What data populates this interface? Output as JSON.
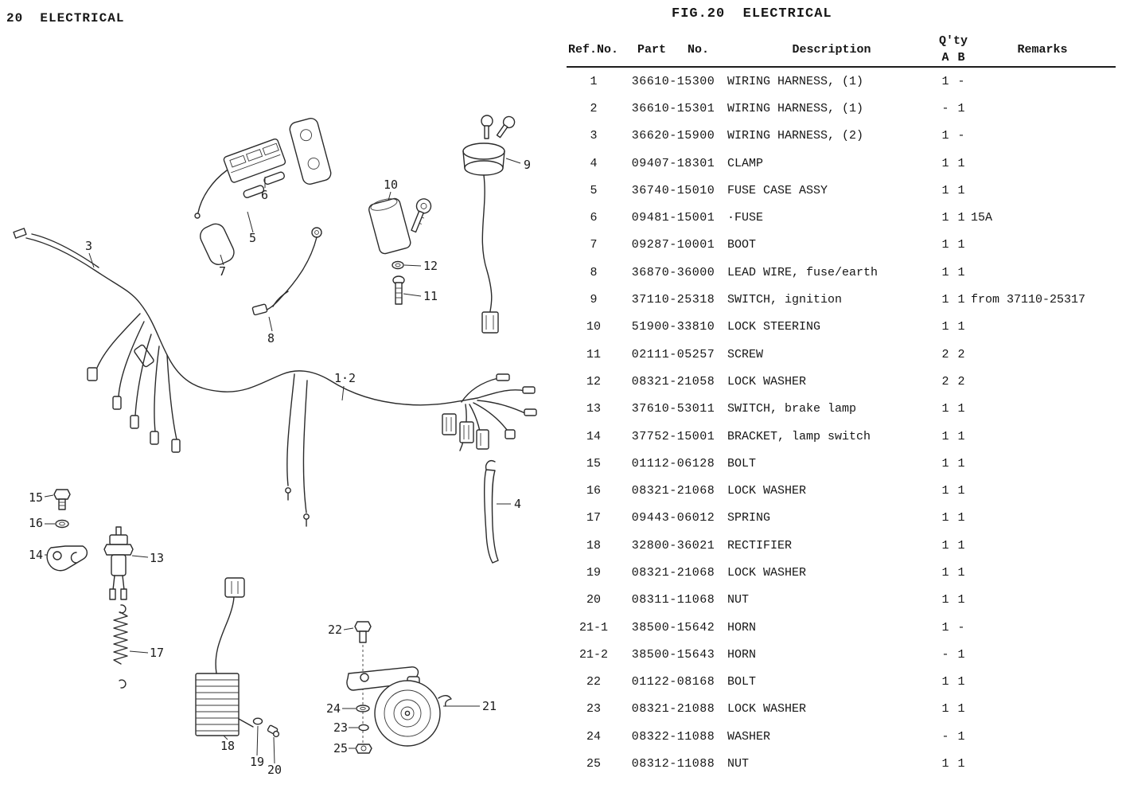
{
  "page": {
    "header_left": "20  ELECTRICAL",
    "title": "FIG.20  ELECTRICAL"
  },
  "table": {
    "headers": {
      "ref": "Ref.No.",
      "part": "Part   No.",
      "description": "Description",
      "qty": "Q'ty",
      "qty_a": "A",
      "qty_b": "B",
      "remarks": "Remarks"
    },
    "rows": [
      {
        "ref": "1",
        "part": "36610-15300",
        "description": "WIRING HARNESS, (1)",
        "qty_a": "1",
        "qty_b": "-",
        "remarks": ""
      },
      {
        "ref": "2",
        "part": "36610-15301",
        "description": "WIRING HARNESS, (1)",
        "qty_a": "-",
        "qty_b": "1",
        "remarks": ""
      },
      {
        "ref": "3",
        "part": "36620-15900",
        "description": "WIRING HARNESS, (2)",
        "qty_a": "1",
        "qty_b": "-",
        "remarks": ""
      },
      {
        "ref": "4",
        "part": "09407-18301",
        "description": "CLAMP",
        "qty_a": "1",
        "qty_b": "1",
        "remarks": ""
      },
      {
        "ref": "5",
        "part": "36740-15010",
        "description": "FUSE CASE ASSY",
        "qty_a": "1",
        "qty_b": "1",
        "remarks": ""
      },
      {
        "ref": "6",
        "part": "09481-15001",
        "description": "·FUSE",
        "qty_a": "1",
        "qty_b": "1",
        "remarks": "15A"
      },
      {
        "ref": "7",
        "part": "09287-10001",
        "description": "BOOT",
        "qty_a": "1",
        "qty_b": "1",
        "remarks": ""
      },
      {
        "ref": "8",
        "part": "36870-36000",
        "description": "LEAD WIRE, fuse/earth",
        "qty_a": "1",
        "qty_b": "1",
        "remarks": ""
      },
      {
        "ref": "9",
        "part": "37110-25318",
        "description": "SWITCH, ignition",
        "qty_a": "1",
        "qty_b": "1",
        "remarks": "from 37110-25317"
      },
      {
        "ref": "10",
        "part": "51900-33810",
        "description": "LOCK STEERING",
        "qty_a": "1",
        "qty_b": "1",
        "remarks": ""
      },
      {
        "ref": "11",
        "part": "02111-05257",
        "description": "SCREW",
        "qty_a": "2",
        "qty_b": "2",
        "remarks": ""
      },
      {
        "ref": "12",
        "part": "08321-21058",
        "description": "LOCK WASHER",
        "qty_a": "2",
        "qty_b": "2",
        "remarks": ""
      },
      {
        "ref": "13",
        "part": "37610-53011",
        "description": "SWITCH, brake lamp",
        "qty_a": "1",
        "qty_b": "1",
        "remarks": ""
      },
      {
        "ref": "14",
        "part": "37752-15001",
        "description": "BRACKET, lamp switch",
        "qty_a": "1",
        "qty_b": "1",
        "remarks": ""
      },
      {
        "ref": "15",
        "part": "01112-06128",
        "description": "BOLT",
        "qty_a": "1",
        "qty_b": "1",
        "remarks": ""
      },
      {
        "ref": "16",
        "part": "08321-21068",
        "description": "LOCK WASHER",
        "qty_a": "1",
        "qty_b": "1",
        "remarks": ""
      },
      {
        "ref": "17",
        "part": "09443-06012",
        "description": "SPRING",
        "qty_a": "1",
        "qty_b": "1",
        "remarks": ""
      },
      {
        "ref": "18",
        "part": "32800-36021",
        "description": "RECTIFIER",
        "qty_a": "1",
        "qty_b": "1",
        "remarks": ""
      },
      {
        "ref": "19",
        "part": "08321-21068",
        "description": "LOCK WASHER",
        "qty_a": "1",
        "qty_b": "1",
        "remarks": ""
      },
      {
        "ref": "20",
        "part": "08311-11068",
        "description": "NUT",
        "qty_a": "1",
        "qty_b": "1",
        "remarks": ""
      },
      {
        "ref": "21-1",
        "part": "38500-15642",
        "description": "HORN",
        "qty_a": "1",
        "qty_b": "-",
        "remarks": ""
      },
      {
        "ref": "21-2",
        "part": "38500-15643",
        "description": "HORN",
        "qty_a": "-",
        "qty_b": "1",
        "remarks": ""
      },
      {
        "ref": "22",
        "part": "01122-08168",
        "description": "BOLT",
        "qty_a": "1",
        "qty_b": "1",
        "remarks": ""
      },
      {
        "ref": "23",
        "part": "08321-21088",
        "description": "LOCK WASHER",
        "qty_a": "1",
        "qty_b": "1",
        "remarks": ""
      },
      {
        "ref": "24",
        "part": "08322-11088",
        "description": "WASHER",
        "qty_a": "-",
        "qty_b": "1",
        "remarks": ""
      },
      {
        "ref": "25",
        "part": "08312-11088",
        "description": "NUT",
        "qty_a": "1",
        "qty_b": "1",
        "remarks": ""
      }
    ]
  },
  "diagram": {
    "callouts": [
      "6",
      "5",
      "7",
      "3",
      "9",
      "10",
      "12",
      "11",
      "8",
      "1·2",
      "4",
      "15",
      "16",
      "14",
      "13",
      "17",
      "18",
      "19",
      "20",
      "22",
      "24",
      "23",
      "25",
      "21"
    ]
  }
}
